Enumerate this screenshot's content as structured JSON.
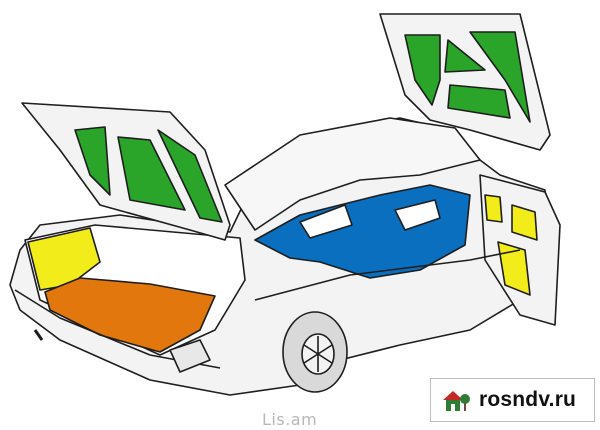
{
  "illustration": {
    "subject": "car-sound-insulation-diagram",
    "colors": {
      "outline": "#1e1e1e",
      "body": "#f3f3f3",
      "body_shade": "#dcdcdc",
      "hood_panel": "#2aa52a",
      "trunk_lid_panel": "#2aa52a",
      "trunk_side": "#f2ec1a",
      "trunk_floor": "#e2780d",
      "cabin_floor": "#0a6fbf",
      "door_panel": "#f2ec1a"
    }
  },
  "caption": {
    "text": "Lis.am"
  },
  "watermark": {
    "text": "rosndv.ru",
    "logo_icon": "house-tree-icon",
    "logo_colors": {
      "house": "#2e7d32",
      "roof": "#c62828",
      "tree": "#2e7d32"
    }
  }
}
